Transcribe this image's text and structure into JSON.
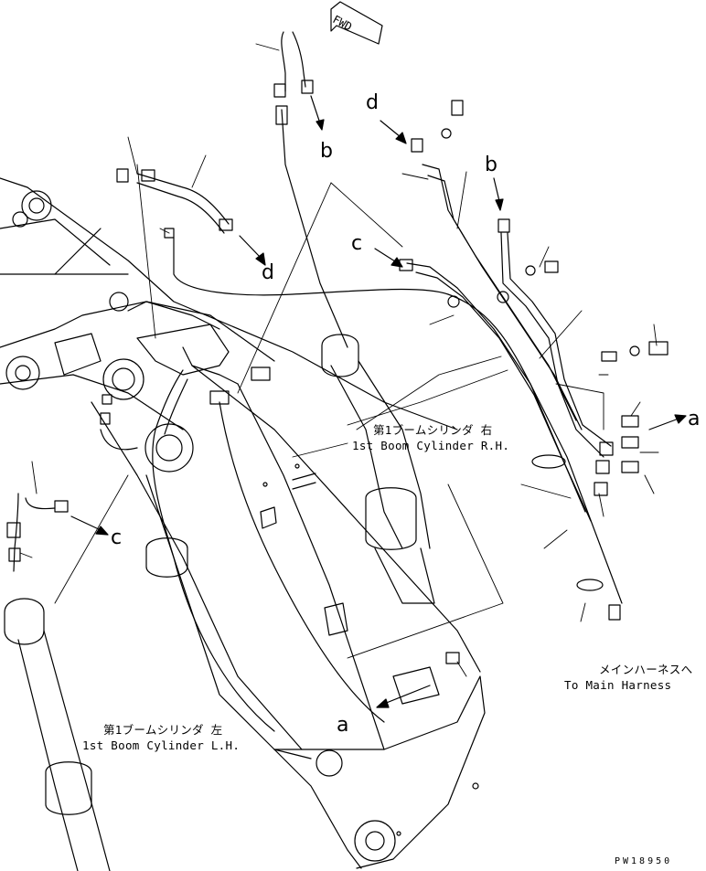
{
  "direction_mark": "FWD",
  "callouts": {
    "a_1": "a",
    "a_2": "a",
    "b_1": "b",
    "b_2": "b",
    "c_1": "c",
    "c_2": "c",
    "d_1": "d",
    "d_2": "d"
  },
  "notes": {
    "boom_cylinder_rh_jp": "第1ブームシリンダ 右",
    "boom_cylinder_rh_en": "1st Boom Cylinder R.H.",
    "boom_cylinder_lh_jp": "第1ブームシリンダ 左",
    "boom_cylinder_lh_en": "1st Boom Cylinder L.H.",
    "main_harness_jp": "メインハーネスへ",
    "main_harness_en": "To Main Harness"
  },
  "drawing_code": "PW18950"
}
